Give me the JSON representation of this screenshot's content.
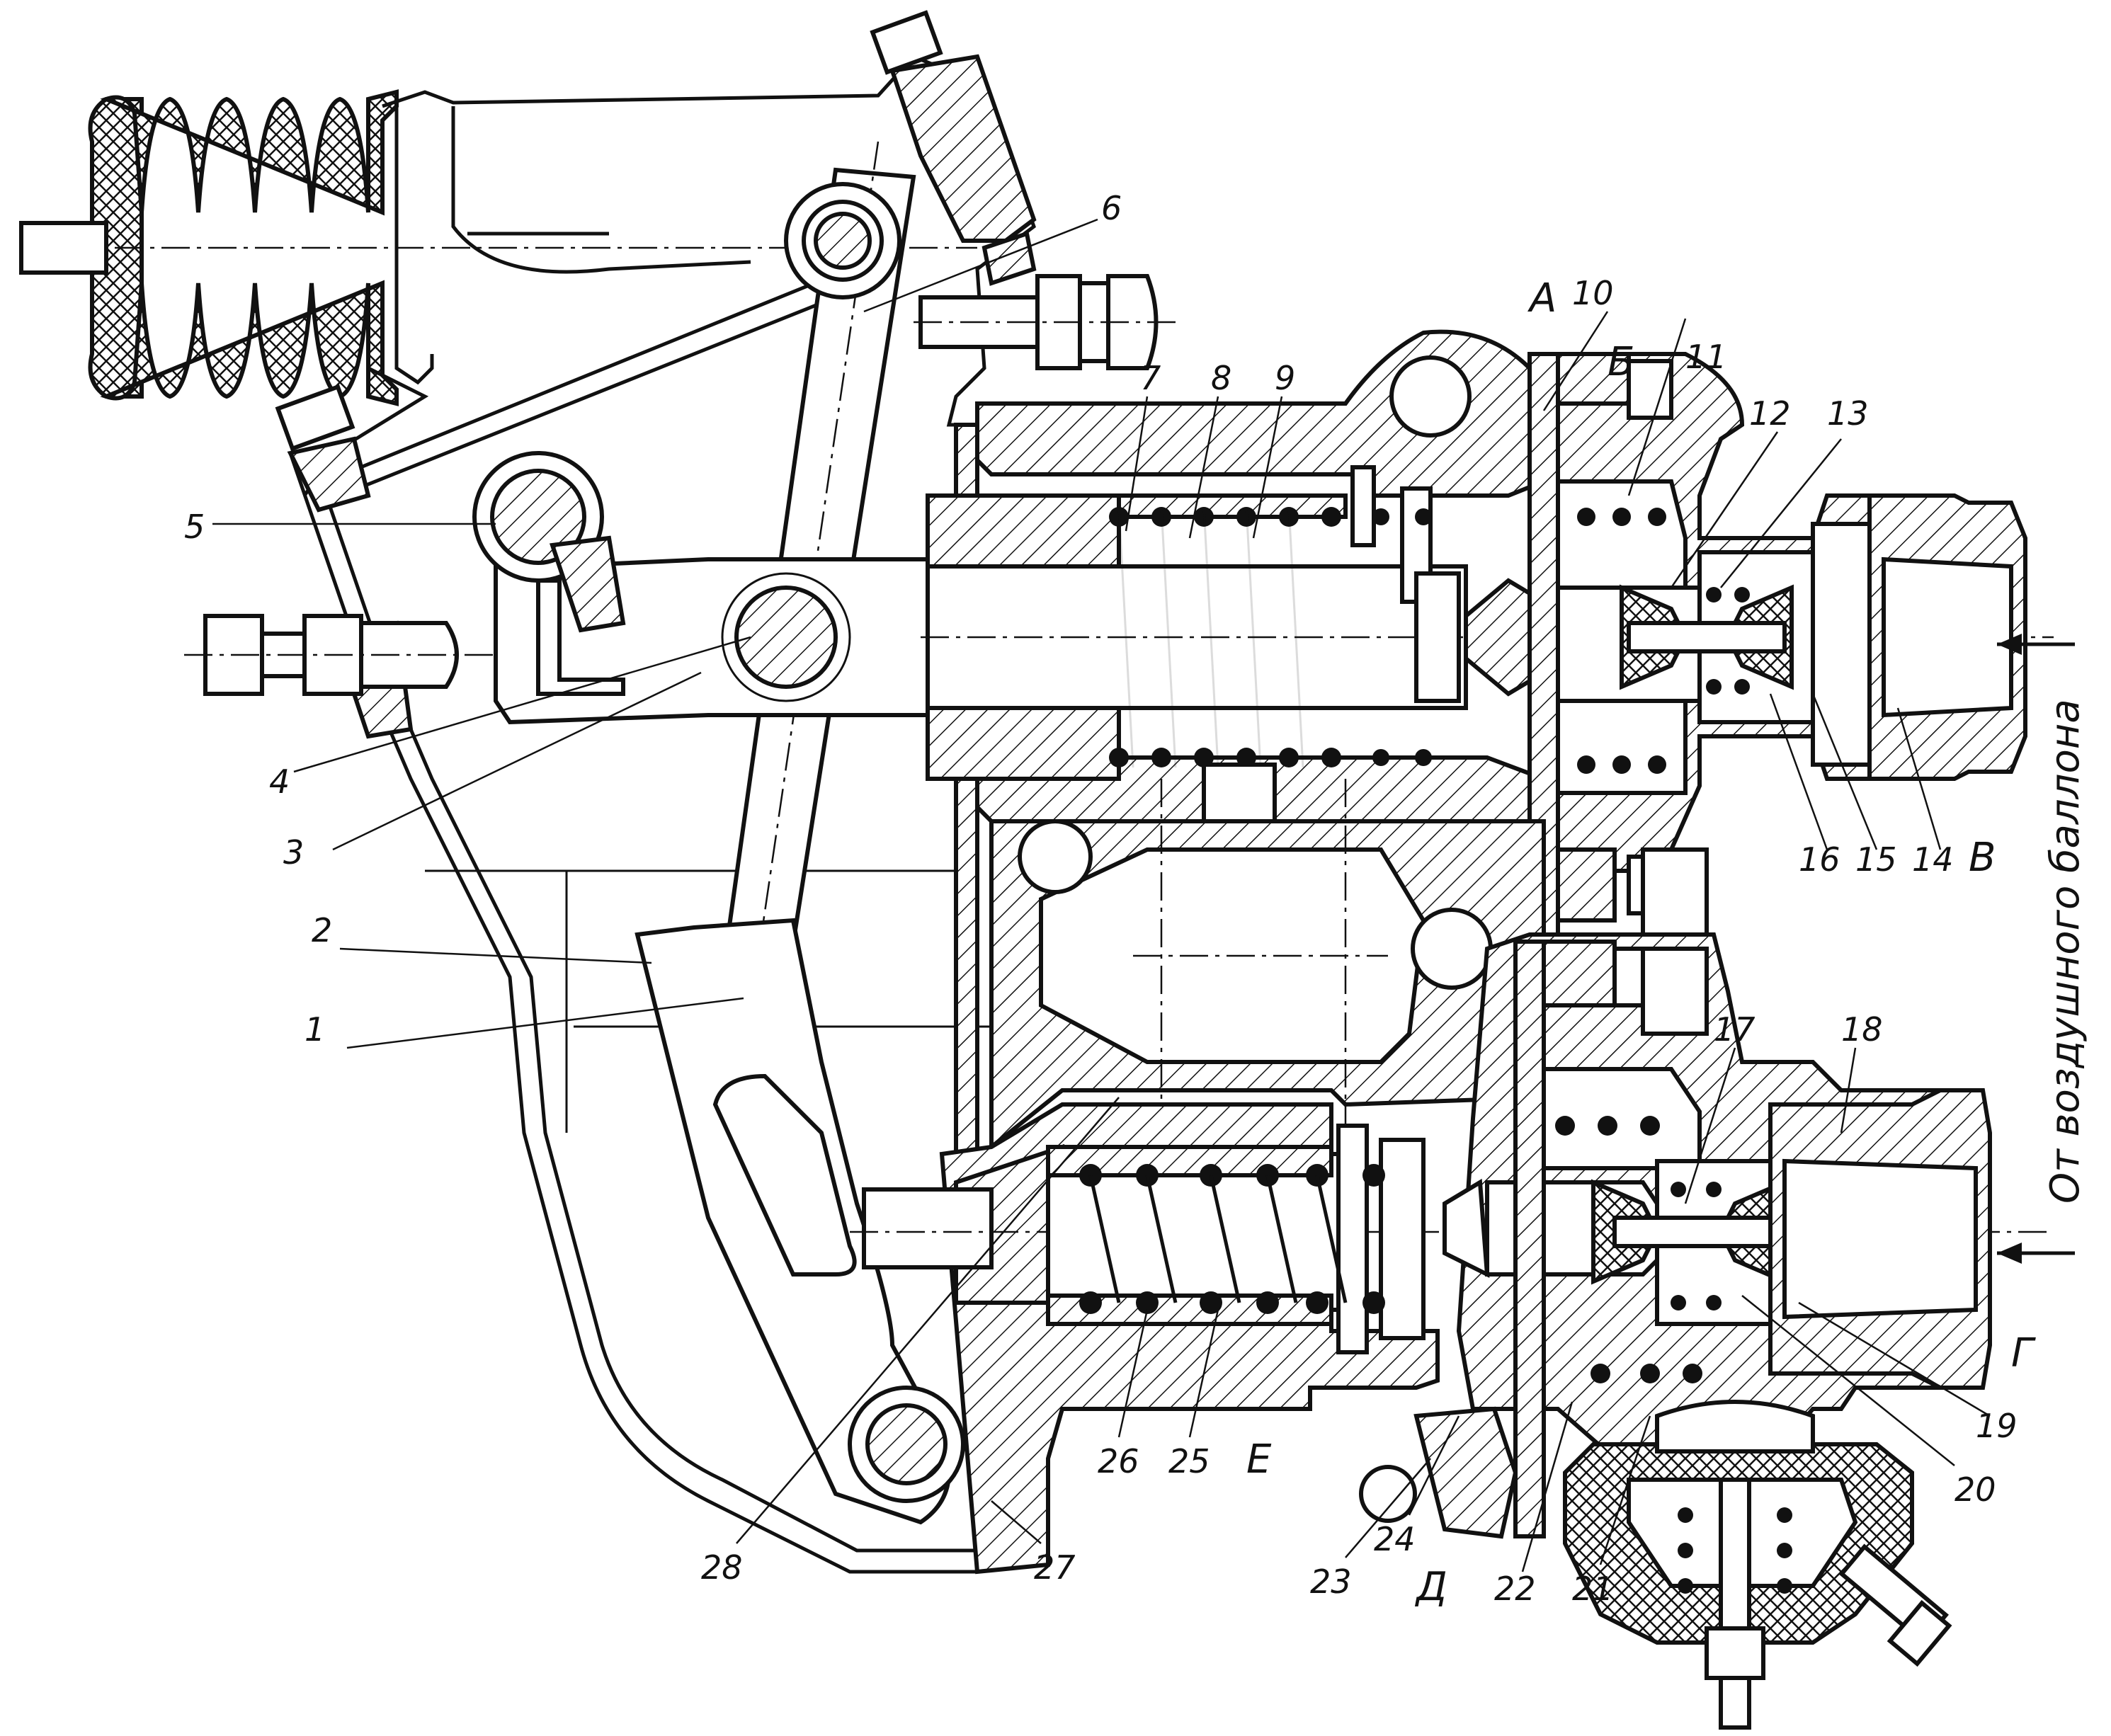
{
  "figure": {
    "side_text": "От воздушного баллона",
    "port_labels": [
      "А",
      "Б",
      "В",
      "Г",
      "Д",
      "Е"
    ],
    "part_numbers": [
      "1",
      "2",
      "3",
      "4",
      "5",
      "6",
      "7",
      "8",
      "9",
      "10",
      "11",
      "12",
      "13",
      "14",
      "15",
      "16",
      "17",
      "18",
      "19",
      "20",
      "21",
      "22",
      "23",
      "24",
      "25",
      "26",
      "27",
      "28"
    ]
  },
  "labels": {
    "n1": "1",
    "n2": "2",
    "n3": "3",
    "n4": "4",
    "n5": "5",
    "n6": "6",
    "n7": "7",
    "n8": "8",
    "n9": "9",
    "n10": "10",
    "n11": "11",
    "n12": "12",
    "n13": "13",
    "n14": "14",
    "n15": "15",
    "n16": "16",
    "n17": "17",
    "n18": "18",
    "n19": "19",
    "n20": "20",
    "n21": "21",
    "n22": "22",
    "n23": "23",
    "n24": "24",
    "n25": "25",
    "n26": "26",
    "n27": "27",
    "n28": "28",
    "pA": "А",
    "pB": "Б",
    "pV": "В",
    "pG": "Г",
    "pD": "Д",
    "pE": "Е"
  }
}
